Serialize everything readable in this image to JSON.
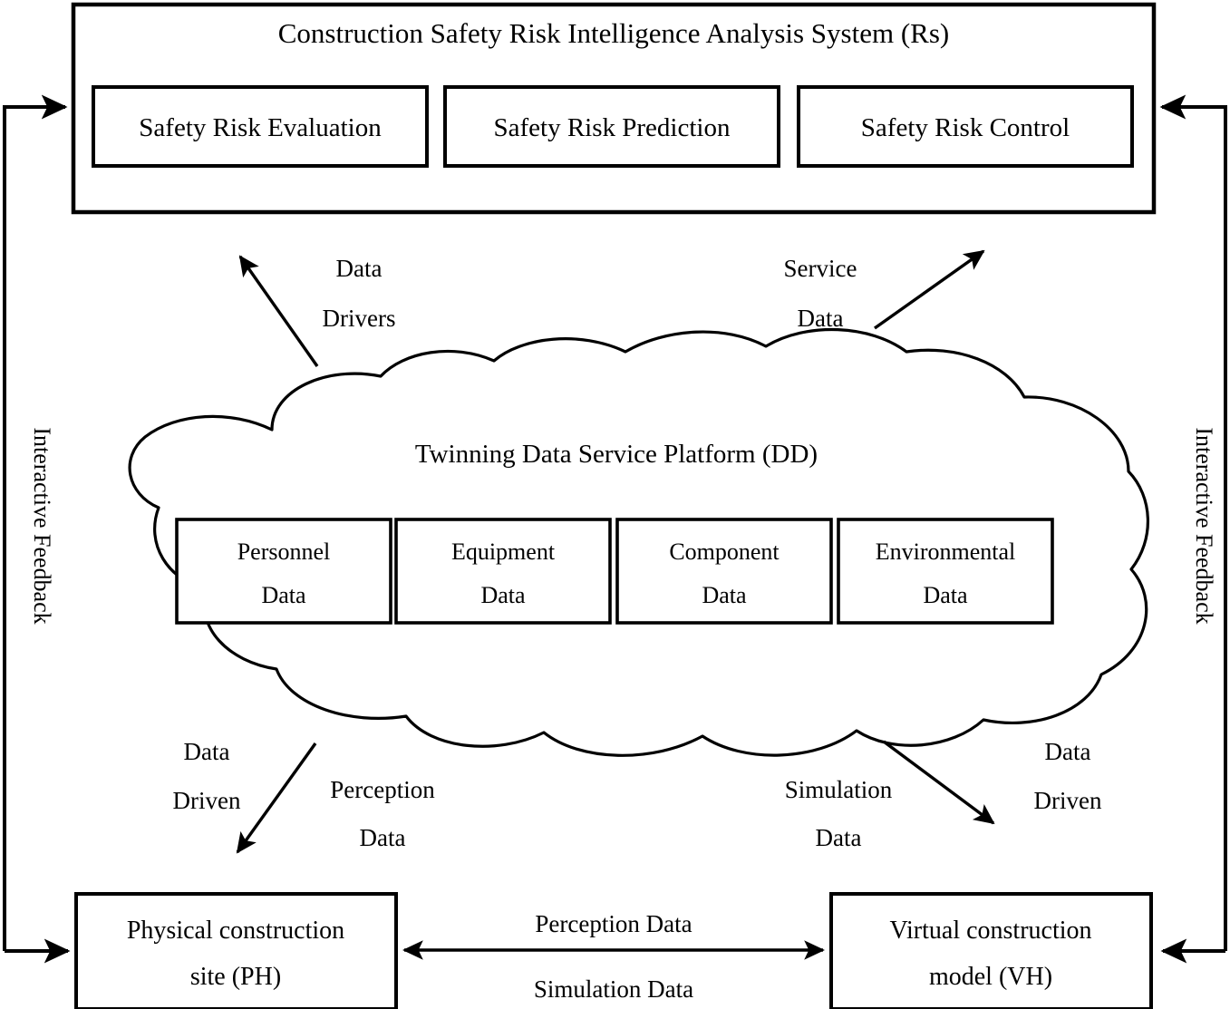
{
  "diagram": {
    "title": "Construction Safety Risk Intelligence Analysis System (Rs)",
    "colors": {
      "stroke": "#000000",
      "fill": "#ffffff",
      "background": "#ffffff"
    },
    "top_system": {
      "title": "Construction Safety Risk Intelligence Analysis System (Rs)",
      "modules": [
        {
          "label": "Safety Risk Evaluation"
        },
        {
          "label": "Safety Risk Prediction"
        },
        {
          "label": "Safety Risk Control"
        }
      ]
    },
    "cloud": {
      "title": "Twinning Data Service Platform (DD)",
      "data_boxes": [
        {
          "line1": "Personnel",
          "line2": "Data"
        },
        {
          "line1": "Equipment",
          "line2": "Data"
        },
        {
          "line1": "Component",
          "line2": "Data"
        },
        {
          "line1": "Environmental",
          "line2": "Data"
        }
      ]
    },
    "bottom_nodes": [
      {
        "line1": "Physical construction",
        "line2": "site (PH)"
      },
      {
        "line1": "Virtual construction",
        "line2": "model (VH)"
      }
    ],
    "arrow_labels": {
      "data_drivers_line1": "Data",
      "data_drivers_line2": "Drivers",
      "service_data_line1": "Service",
      "service_data_line2": "Data",
      "data_driven_left_line1": "Data",
      "data_driven_left_line2": "Driven",
      "perception_data_line1": "Perception",
      "perception_data_line2": "Data",
      "simulation_data_line1": "Simulation",
      "simulation_data_line2": "Data",
      "data_driven_right_line1": "Data",
      "data_driven_right_line2": "Driven",
      "bottom_perception_data": "Perception Data",
      "bottom_simulation_data": "Simulation Data",
      "interactive_feedback_left": "Interactive Feedback",
      "interactive_feedback_right": "Interactive Feedback"
    }
  }
}
